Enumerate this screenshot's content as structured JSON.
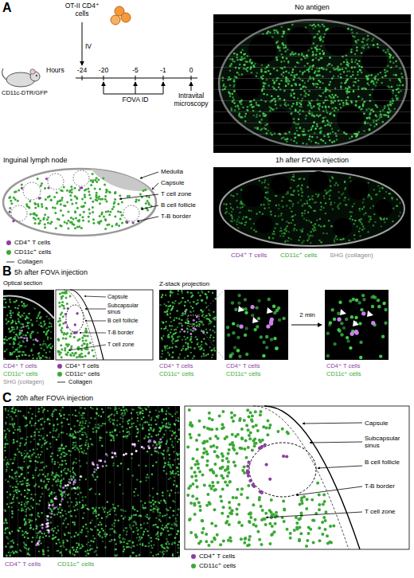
{
  "diagram": {
    "nodes": [
      {
        "text": [
          "No antigen"
        ]
      },
      {
        "text": [
          "Inguinal lymph node"
        ]
      },
      {
        "text": [
          "1h after FOVA injection"
        ]
      },
      {
        "text": [
          "Optical section"
        ]
      },
      {
        "text": [
          "Z-stack projection"
        ]
      },
      {
        "text": [
          "20h after FOVA injection"
        ]
      }
    ],
    "labels": [
      "A",
      "OT-II CD4⁺ cells",
      "IV",
      "CD11c-DTR/GFP",
      "Hours",
      "-24",
      "-20",
      "-5",
      "-1",
      "0",
      "FOVA ID",
      "Intravital microscopy",
      "Medulla",
      "Capsule",
      "T cell zone",
      "B cell follicle",
      "T-B border",
      "CD4⁺ T cells",
      "CD11c⁺ cells",
      "SHG (collagen)",
      "B",
      "5h after FOVA injection",
      "Capsule",
      "Subcapsular sinus",
      "B cell follicle",
      "T-B border",
      "T cell zone",
      "CD4⁺ T cells",
      "CD11c⁺ cells",
      "SHG (collagen)",
      "CD4⁺ T cells",
      "CD11c⁺ cells",
      "CD4⁺ T cells",
      "CD11c⁺ cells",
      "2 min",
      "CD4⁺ T cells",
      "CD11c⁺ cells",
      "C",
      "Capsule",
      "Subcapsular sinus",
      "B cell follicle",
      "T-B border",
      "T cell zone",
      "CD4⁺ T cells",
      "CD11c⁺ cells"
    ],
    "legend": [
      {
        "text": "CD4⁺ T cells",
        "color": "#8b3f9e"
      },
      {
        "text": "CD11c⁺ cells",
        "color": "#3aa935"
      },
      {
        "text": "Collagen"
      },
      {
        "text": "CD4⁺ T cells",
        "color": "#8b3f9e"
      },
      {
        "text": "CD11c⁺ cells",
        "color": "#3aa935"
      },
      {
        "text": "Collagen"
      },
      {
        "text": "CD4⁺ T cells",
        "color": "#8b3f9e"
      },
      {
        "text": "CD11c⁺ cells",
        "color": "#3aa935"
      }
    ]
  }
}
